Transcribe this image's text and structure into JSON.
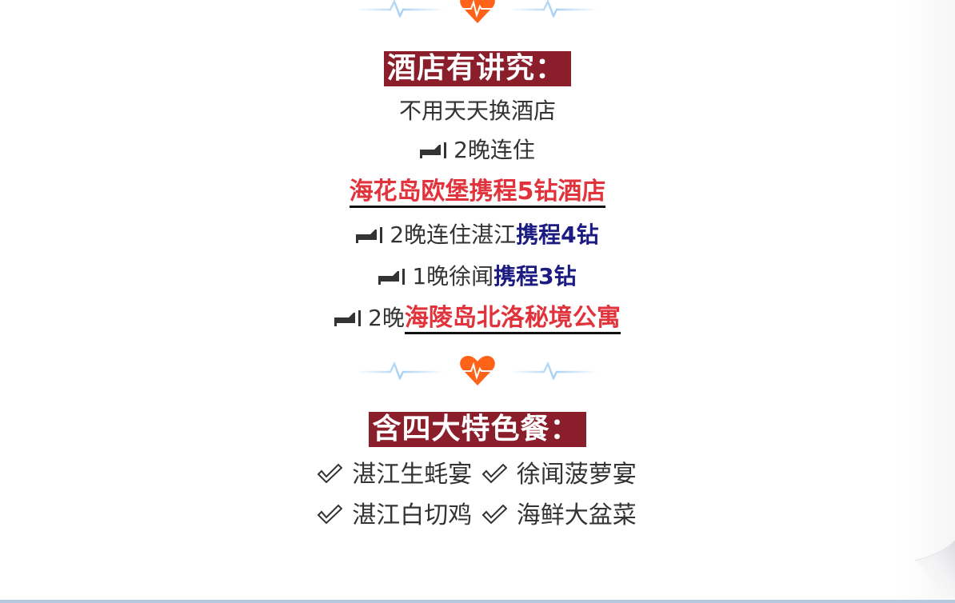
{
  "dividers": [
    {
      "icon": "heartbeat-heart-icon",
      "accent": "#ff6319",
      "line_color": "#a9d0f5"
    },
    {
      "icon": "heartbeat-heart-icon",
      "accent": "#ff6319",
      "line_color": "#a9d0f5"
    }
  ],
  "hotel_section": {
    "title": "酒店有讲究：",
    "subtitle": "不用天天换酒店",
    "items": [
      {
        "icon": "bed-icon",
        "nights": "2晚连住",
        "place": "",
        "highlight": ""
      },
      {
        "icon": "",
        "nights": "",
        "place": "",
        "highlight": "海花岛欧堡携程5钻酒店"
      },
      {
        "icon": "bed-icon",
        "nights": "2晚连住湛江",
        "place": "",
        "highlight": "携程4钻"
      },
      {
        "icon": "bed-icon",
        "nights": "1晚徐闻",
        "place": "",
        "highlight": "携程3钻"
      },
      {
        "icon": "bed-icon",
        "nights": "2晚",
        "place": "",
        "highlight": "海陵岛北洛秘境公寓"
      }
    ]
  },
  "meal_section": {
    "title": "含四大特色餐：",
    "meals": [
      [
        "湛江生蚝宴",
        "徐闻菠萝宴"
      ],
      [
        "湛江白切鸡",
        "海鲜大盆菜"
      ]
    ]
  },
  "colors": {
    "title_bg": "#8b1e2b",
    "highlight_red": "#e0333c",
    "highlight_blue": "#1b1b82",
    "body_text": "#333333"
  }
}
